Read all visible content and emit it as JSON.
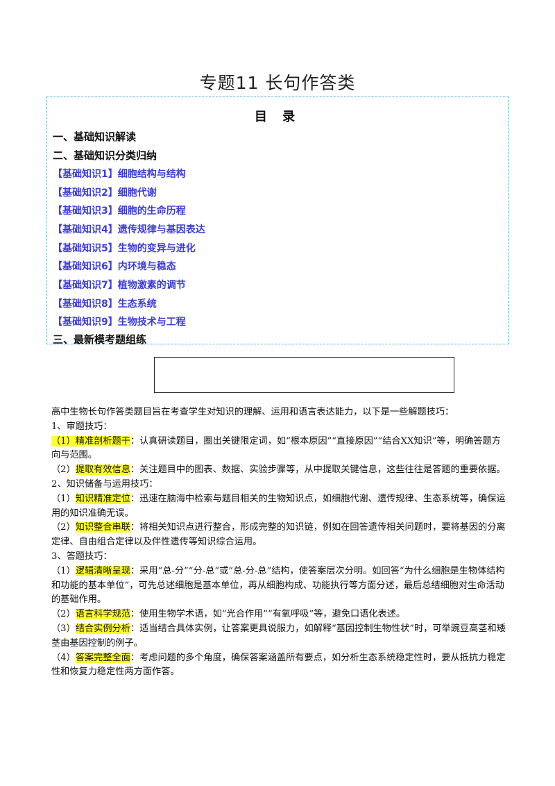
{
  "doc": {
    "title": "专题11  长句作答类",
    "toc": {
      "heading": "目 录",
      "sections": [
        "一、基础知识解读",
        "二、基础知识分类归纳",
        "三、最新模考题组练"
      ],
      "items": [
        "【基础知识1】细胞结构与结构",
        "【基础知识2】细胞代谢",
        "【基础知识3】细胞的生命历程",
        "【基础知识4】遗传规律与基因表达",
        "【基础知识5】生物的变异与进化",
        "【基础知识6】内环境与稳态",
        "【基础知识7】植物激素的调节",
        "【基础知识8】生态系统",
        "【基础知识9】生物技术与工程"
      ]
    },
    "intro": "高中生物长句作答类题目旨在考查学生对知识的理解、运用和语言表达能力，以下是一些解题技巧：",
    "groups": [
      {
        "heading": "1、审题技巧：",
        "tips": [
          {
            "num": "（1）",
            "label": "精准剖析题干",
            "text": "：认真研读题目，圈出关键限定词，如“根本原因”“直接原因”“结合XX知识”等，明确答题方向与范围。"
          },
          {
            "num": "（2）",
            "label": "提取有效信息",
            "text": "：关注题目中的图表、数据、实验步骤等，从中提取关键信息，这些往往是答题的重要依据。"
          }
        ]
      },
      {
        "heading": "2、知识储备与运用技巧：",
        "tips": [
          {
            "num": "（1）",
            "label": "知识精准定位",
            "text": "：迅速在脑海中检索与题目相关的生物知识点，如细胞代谢、遗传规律、生态系统等，确保运用的知识准确无误。"
          },
          {
            "num": "（2）",
            "label": "知识整合串联",
            "text": "：将相关知识点进行整合，形成完整的知识链，例如在回答遗传相关问题时，要将基因的分离定律、自由组合定律以及伴性遗传等知识综合运用。"
          }
        ]
      },
      {
        "heading": "3、答题技巧：",
        "tips": [
          {
            "num": "（1）",
            "label": "逻辑清晰呈现",
            "text": "：采用“总-分”“分-总”或“总-分-总”结构，使答案层次分明。如回答“为什么细胞是生物体结构和功能的基本单位”，可先总述细胞是基本单位，再从细胞构成、功能执行等方面分述，最后总结细胞对生命活动的基础作用。"
          },
          {
            "num": "（2）",
            "label": "语言科学规范",
            "text": "：使用生物学术语，如“光合作用”“有氧呼吸”等，避免口语化表述。"
          },
          {
            "num": "（3）",
            "label": "结合实例分析",
            "text": "：适当结合具体实例，让答案更具说服力，如解释“基因控制生物性状”时，可举豌豆高茎和矮茎由基因控制的例子。"
          },
          {
            "num": "（4）",
            "label": "答案完整全面",
            "text": "：考虑问题的多个角度，确保答案涵盖所有要点，如分析生态系统稳定性时，要从抵抗力稳定性和恢复力稳定性两方面作答。"
          }
        ]
      }
    ],
    "colors": {
      "toc_border": "#4bb0dd",
      "toc_link": "#3d3dd8",
      "highlight": "#ffff2a"
    }
  }
}
